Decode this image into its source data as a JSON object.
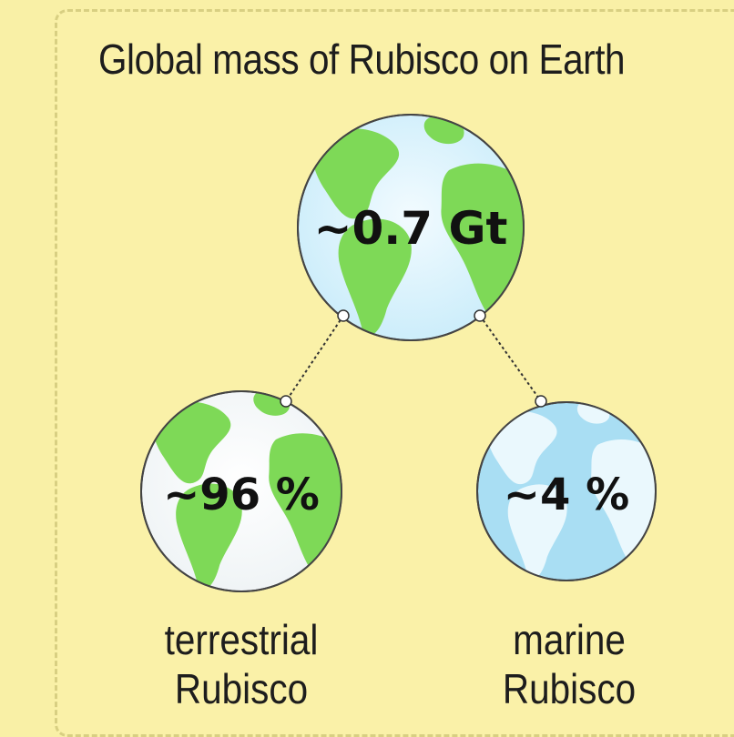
{
  "title": "Global mass of Rubisco on Earth",
  "total": {
    "value": "~0.7 Gt"
  },
  "terrestrial": {
    "value": "~96 %",
    "label_line1": "terrestrial",
    "label_line2": "Rubisco"
  },
  "marine": {
    "value": "~4 %",
    "label_line1": "marine",
    "label_line2": "Rubisco"
  },
  "colors": {
    "background": "#f9f0a6",
    "land": "#7ed957",
    "ocean": "#d9f1fa",
    "connector": "#333333"
  }
}
